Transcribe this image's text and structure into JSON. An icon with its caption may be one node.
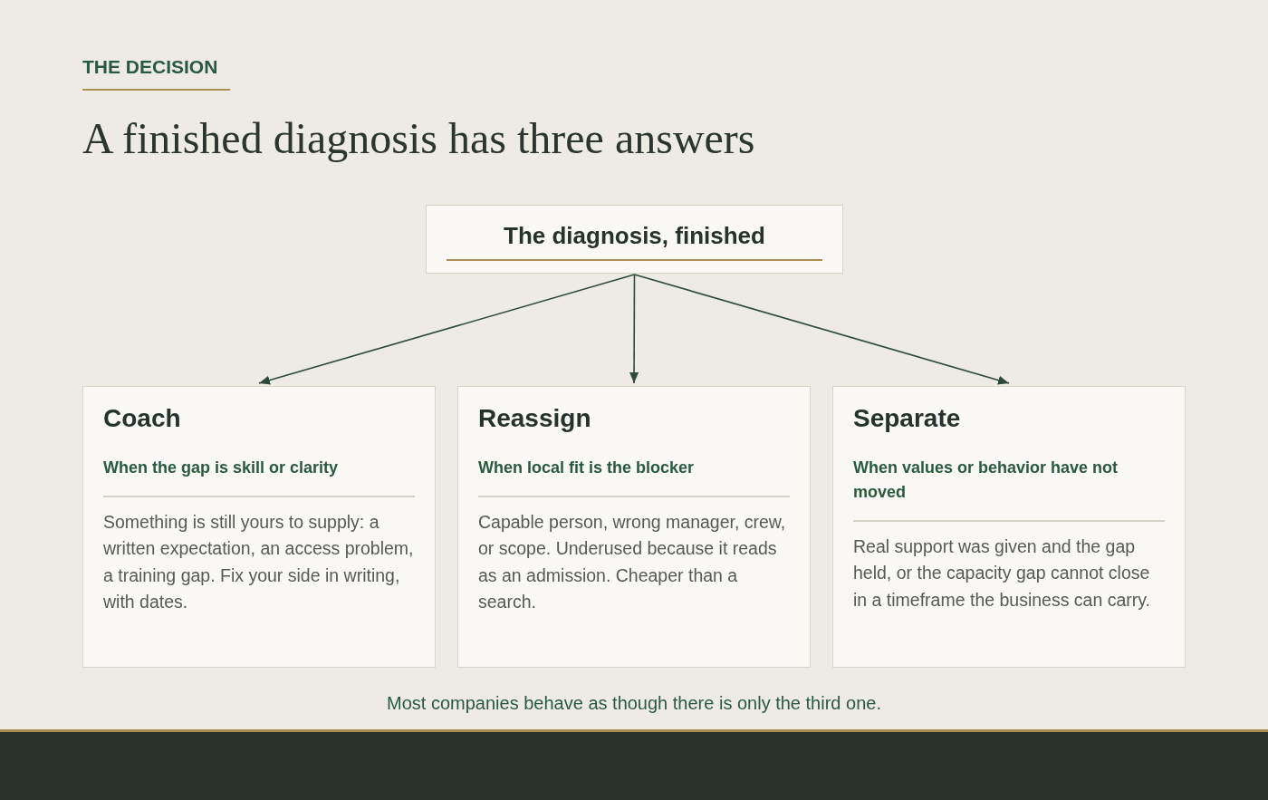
{
  "diagram": {
    "title": "A finished diagnosis has three answers",
    "caption": "Most companies behave as though there is only the third one.",
    "nodes": [
      {
        "text": [
          "The diagnosis, finished"
        ]
      },
      {
        "text": [
          "Coach",
          "When the gap is skill or clarity",
          "Something is still yours to supply: a written expectation, an access problem, a training gap. Fix your side in writing, with dates."
        ]
      },
      {
        "text": [
          "Reassign",
          "When local fit is the blocker",
          "Capable person, wrong manager, crew, or scope. Underused because it reads as an admission. Cheaper than a search."
        ]
      },
      {
        "text": [
          "Separate",
          "When values or behavior have not moved",
          "Real support was given and the gap held, or the capacity gap cannot close in a timeframe the business can carry."
        ]
      }
    ],
    "edges": [
      {
        "from": 0,
        "to": 1,
        "arrow": "to"
      },
      {
        "from": 0,
        "to": 2,
        "arrow": "to"
      },
      {
        "from": 0,
        "to": 3,
        "arrow": "to"
      }
    ],
    "labels": [
      "THE DECISION"
    ]
  }
}
